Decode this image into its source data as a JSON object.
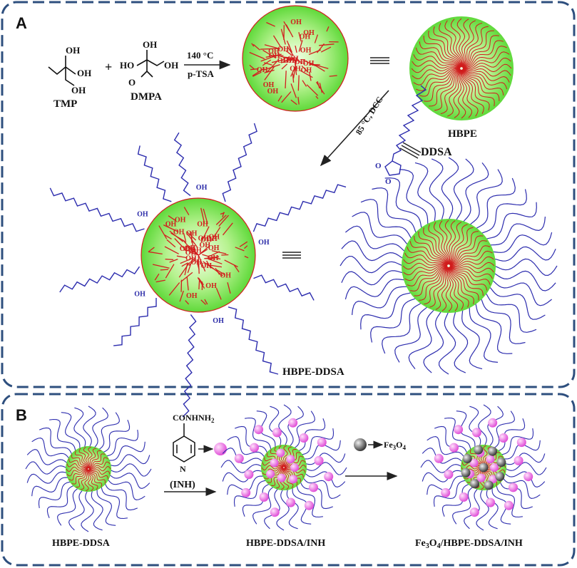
{
  "panels": {
    "a": "A",
    "b": "B"
  },
  "colors": {
    "frame": "#2e4f7e",
    "sphere_center": "#e9ffd0",
    "sphere_edge": "#63dd3c",
    "core_chain": "#d01c1c",
    "shell_chain": "#2c2cae",
    "drug": "#e85ce0",
    "fe3o4": "#555555"
  },
  "panel_a": {
    "tmp": "TMP",
    "dmpa": "DMPA",
    "plus": "+",
    "cond_temp": "140 °C",
    "cond_cat": "p-TSA",
    "hbpe": "HBPE",
    "cond2": "85 °C, DCC",
    "ddsa": "DDSA",
    "product": "HBPE-DDSA",
    "oh": "OH",
    "ho": "HO",
    "o": "O"
  },
  "panel_b": {
    "start": "HBPE-DDSA",
    "drug_formula": "CONHNH",
    "drug_sub": "2",
    "inh": "(INH)",
    "mid": "HBPE-DDSA/INH",
    "fe_label": "Fe",
    "fe_sub1": "3",
    "fe_o": "O",
    "fe_sub2": "4",
    "final_fe": "Fe",
    "final_sub1": "3",
    "final_o": "O",
    "final_sub2": "4",
    "final_rest": "/HBPE-DDSA/INH"
  }
}
